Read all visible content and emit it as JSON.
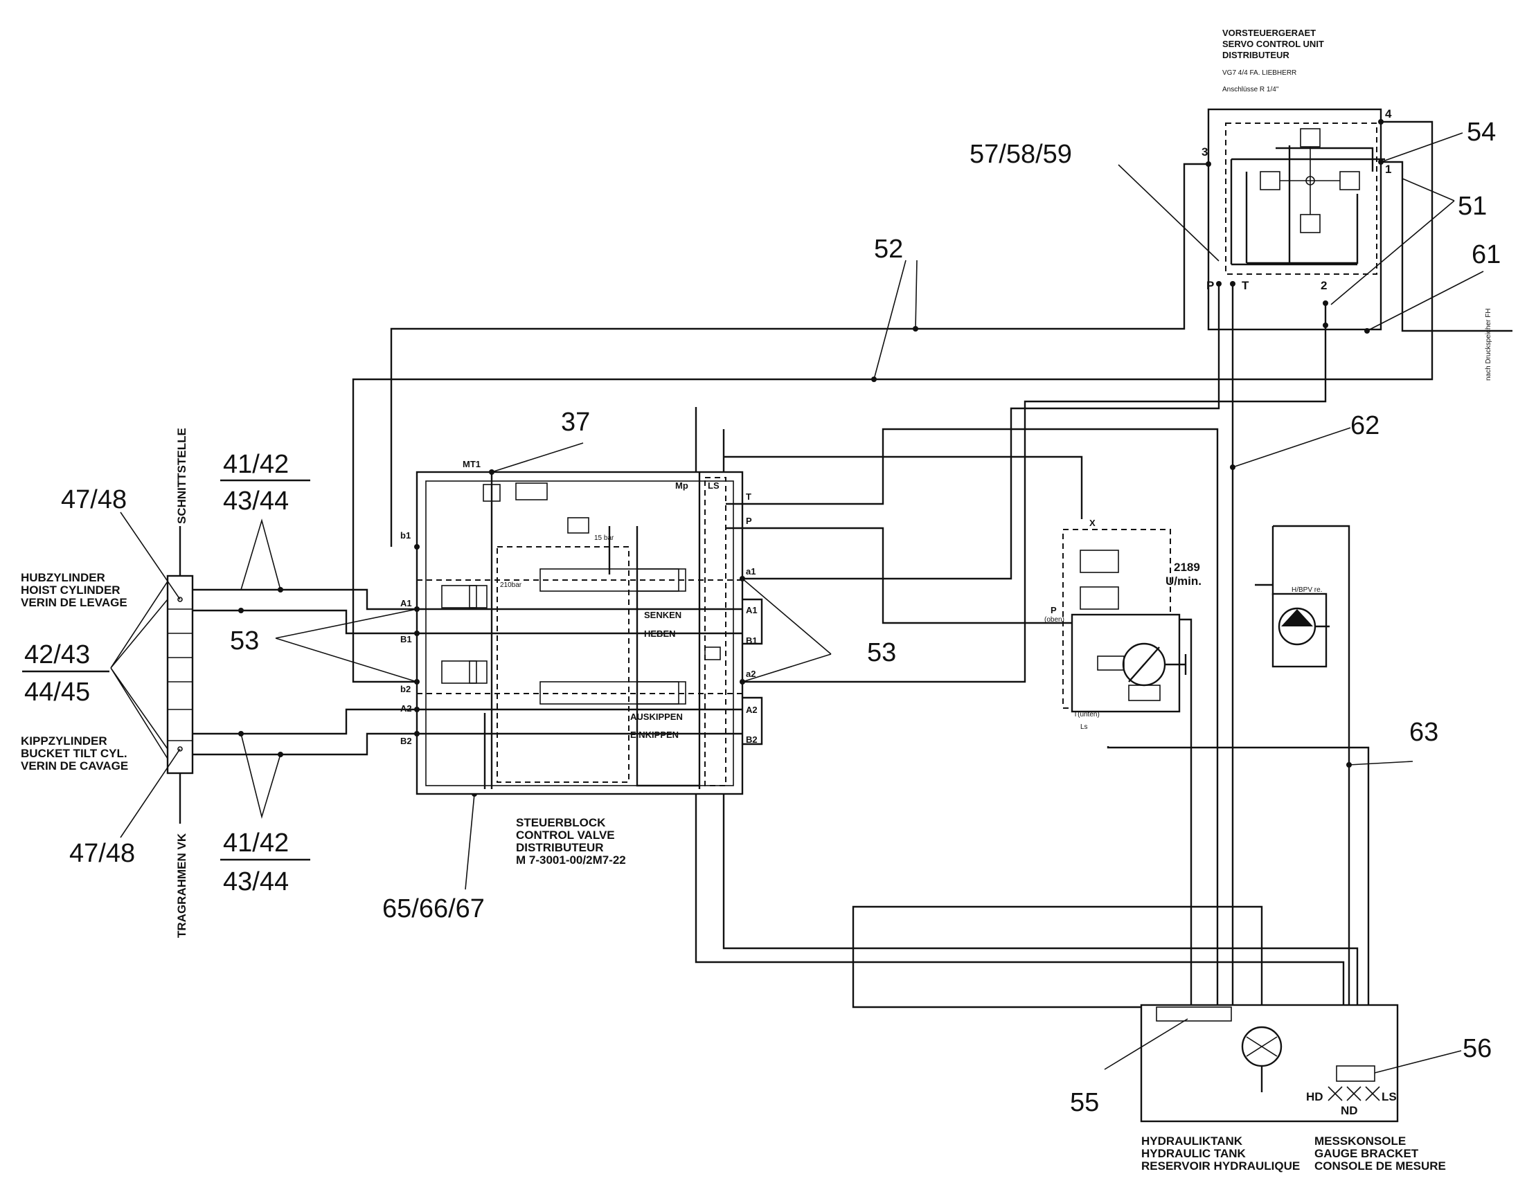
{
  "callouts": {
    "n37": "37",
    "n51": "51",
    "n52": "52",
    "n53a": "53",
    "n53b": "53",
    "n54": "54",
    "n55": "55",
    "n56": "56",
    "n57": "57/58/59",
    "n61": "61",
    "n62": "62",
    "n63": "63",
    "n4748a": "47/48",
    "n4748b": "47/48",
    "n4142a_top": "41/42",
    "n4142a_bot": "43/44",
    "n4142b_top": "41/42",
    "n4142b_bot": "43/44",
    "n4243_top": "42/43",
    "n4243_bot": "44/45",
    "n656667": "65/66/67"
  },
  "servo_unit": {
    "line1": "VORSTEUERGERAET",
    "line2": "SERVO CONTROL UNIT",
    "line3": "DISTRIBUTEUR",
    "line4": "VG7 4/4   FA. LIEBHERR",
    "line5": "Anschlüsse R 1/4\"",
    "port_3": "3",
    "port_4": "4",
    "port_1": "1",
    "port_2": "2",
    "port_p": "P",
    "port_t": "T"
  },
  "interface": {
    "schnittstelle": "SCHNITTSTELLE",
    "tragrahmen": "TRAGRAHMEN VK"
  },
  "hoist_cylinder": {
    "line1": "HUBZYLINDER",
    "line2": "HOIST CYLINDER",
    "line3": "VERIN DE LEVAGE"
  },
  "tilt_cylinder": {
    "line1": "KIPPZYLINDER",
    "line2": "BUCKET TILT CYL.",
    "line3": "VERIN DE CAVAGE"
  },
  "control_valve": {
    "line1": "STEUERBLOCK",
    "line2": "CONTROL VALVE",
    "line3": "DISTRIBUTEUR",
    "line4": "M    7-3001-00/2M7-22",
    "mt1": "MT1",
    "mp": "Mp",
    "ls": "LS",
    "t": "T",
    "p": "P",
    "a1r": "a1",
    "a1": "A1",
    "b1": "B1",
    "b1l": "b1",
    "b2l": "b2",
    "a2r": "a2",
    "a2": "A2",
    "b2": "B2",
    "senken": "SENKEN",
    "heben": "HEBEN",
    "auskippen": "AUSKIPPEN",
    "einkippen": "EINKIPPEN",
    "bar210": "210bar",
    "bar15": "15 bar"
  },
  "pump": {
    "flow": "2189",
    "flow_unit": "U/min.",
    "x": "X",
    "p_oben": "P",
    "p_oben2": "(oben)",
    "t_unten": "T(unten)",
    "ls": "Ls"
  },
  "hrpv": "H/BPV re.",
  "side_note": "nach Druckspeicher FH",
  "tank": {
    "line1": "HYDRAULIKTANK",
    "line2": "HYDRAULIC TANK",
    "line3": "RESERVOIR HYDRAULIQUE"
  },
  "gauge": {
    "line1": "MESSKONSOLE",
    "line2": "GAUGE BRACKET",
    "line3": "CONSOLE DE MESURE",
    "hd": "HD",
    "nd": "ND",
    "ls": "LS"
  }
}
